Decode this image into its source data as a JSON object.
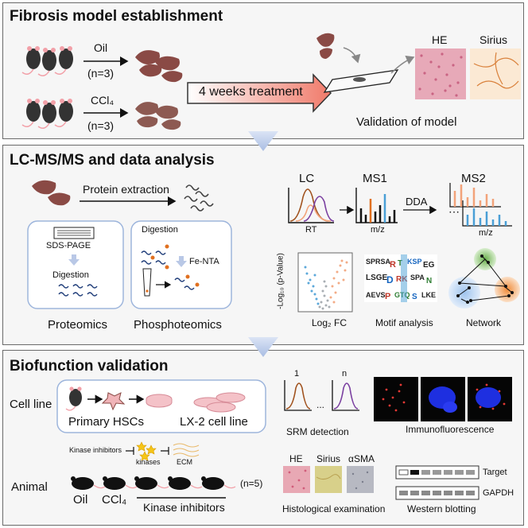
{
  "panels": {
    "fibrosis": {
      "title": "Fibrosis model establishment",
      "oil": "Oil",
      "oil_n": "(n=3)",
      "ccl4": "CCl₄",
      "ccl4_n": "(n=3)",
      "treatment": "4 weeks treatment",
      "he": "HE",
      "sirius": "Sirius",
      "validation": "Validation of model"
    },
    "lcms": {
      "title": "LC-MS/MS and data analysis",
      "protein_extraction": "Protein extraction",
      "sds_page": "SDS-PAGE",
      "digestion_left": "Digestion",
      "digestion_right": "Digestion",
      "fe_nta": "Fe-NTA",
      "proteomics": "Proteomics",
      "phosphoteomics": "Phosphoteomics",
      "lc": "LC",
      "ms1": "MS1",
      "ms2": "MS2",
      "dda": "DDA",
      "rt": "RT",
      "mz1": "m/z",
      "mz2": "m/z",
      "volcano_y": "-Log₁₀ (p-Value)",
      "volcano_x": "Log₂ FC",
      "motif": "Motif analysis",
      "network": "Network"
    },
    "biofunction": {
      "title": "Biofunction validation",
      "cell_line": "Cell line",
      "primary_hscs": "Primary HSCs",
      "lx2": "LX-2 cell line",
      "srm_1": "1",
      "srm_n": "n",
      "srm_dots": "...",
      "srm": "SRM detection",
      "immuno": "Immunofluorescence",
      "kinase_inhibitors_small": "Kinase inhibitors",
      "kinases": "kinases",
      "ecm": "ECM",
      "animal": "Animal",
      "oil": "Oil",
      "ccl4": "CCl₄",
      "kinase_inhibitors": "Kinase inhibitors",
      "n5": "(n=5)",
      "he": "HE",
      "sirius": "Sirius",
      "asma": "αSMA",
      "histo": "Histological examination",
      "target": "Target",
      "gapdh": "GAPDH",
      "western": "Western blotting"
    }
  },
  "colors": {
    "panel_border": "#6a6a6a",
    "liver": "#8a4a45",
    "treatment_arrow": "#f08878",
    "chevron": "#b9c8e6",
    "orange": "#f2a37a",
    "blue": "#4a9fd6",
    "purple": "#7a3fa0",
    "brown": "#a0521e",
    "green_node": "#6ab04c",
    "blue_node": "#8fb8e8",
    "orange_node": "#f08c3a"
  }
}
